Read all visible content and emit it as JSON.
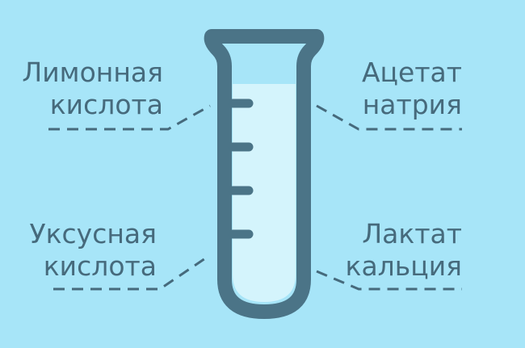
{
  "colors": {
    "background": "#a7e5f8",
    "tube_outline": "#4b7487",
    "tube_glass": "#a7e5f8",
    "liquid": "#d4f4fc",
    "text": "#466a7c",
    "dashes": "#466a7c"
  },
  "labels": {
    "top_left": {
      "line1": "Лимонная",
      "line2": "кислота"
    },
    "top_right": {
      "line1": "Ацетат",
      "line2": "натрия"
    },
    "bottom_left": {
      "line1": "Уксусная",
      "line2": "кислота"
    },
    "bottom_right": {
      "line1": "Лактат",
      "line2": "кальция"
    }
  },
  "tube": {
    "icon": "test-tube-icon",
    "graduation_marks": 4
  }
}
